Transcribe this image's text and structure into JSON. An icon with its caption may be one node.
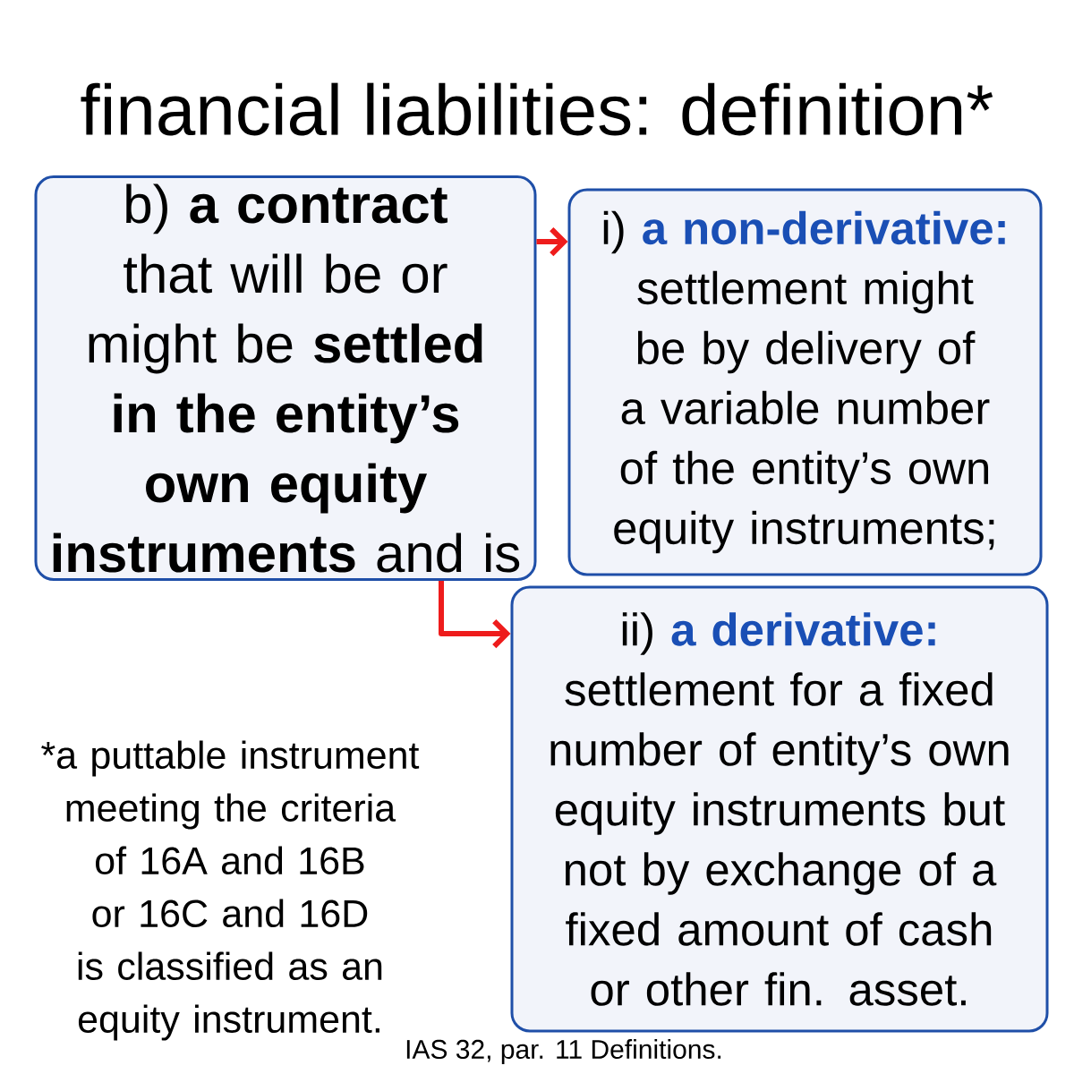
{
  "diagram": {
    "title": "financial liabilities: definition*",
    "nodes": [
      {
        "text": [
          "b) **a contract** that will be or might be **settled in the entity’s own equity instruments** and is"
        ]
      },
      {
        "text": [
          "i) **a non-derivative:**",
          "settlement might be by delivery of a variable number of the entity’s own equity instruments;"
        ]
      },
      {
        "text": [
          "ii) **a derivative:**",
          "settlement for a fixed number of entity’s own equity instruments but not by exchange of a fixed amount of cash or other fin. asset."
        ]
      }
    ],
    "edges": [
      {
        "from": 0,
        "to": 1,
        "arrow": "to"
      },
      {
        "from": 0,
        "to": 2,
        "arrow": "to"
      }
    ],
    "labels": [
      "*a puttable instrument meeting the criteria of 16A and 16B or 16C and 16D is classified as an equity instrument.",
      "IAS 32, par. 11 Definitions."
    ]
  }
}
